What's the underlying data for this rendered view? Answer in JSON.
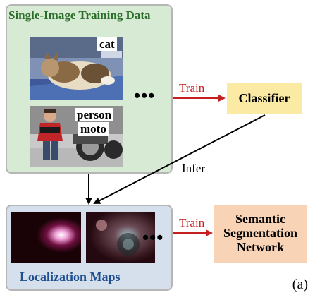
{
  "single_image_panel": {
    "title": "Single-Image Training Data",
    "images": [
      {
        "tags": [
          "cat"
        ]
      },
      {
        "tags": [
          "person",
          "moto"
        ]
      }
    ],
    "ellipsis": "•••"
  },
  "localization_panel": {
    "title": "Localization Maps",
    "ellipsis": "•••"
  },
  "classifier": {
    "label": "Classifier"
  },
  "segmentation_network": {
    "lines": [
      "Semantic",
      "Segmentation",
      "Network"
    ]
  },
  "edges": {
    "train_top": "Train",
    "train_bottom": "Train",
    "infer": "Infer"
  },
  "figure_label": "(a)",
  "colors": {
    "train_arrow": "#c71f1f",
    "infer_arrow": "#000000",
    "top_panel_bg": "#d7ead3",
    "bottom_panel_bg": "#d6dfec",
    "classifier_bg": "#fbeaa4",
    "segnet_bg": "#f9d3b6"
  }
}
